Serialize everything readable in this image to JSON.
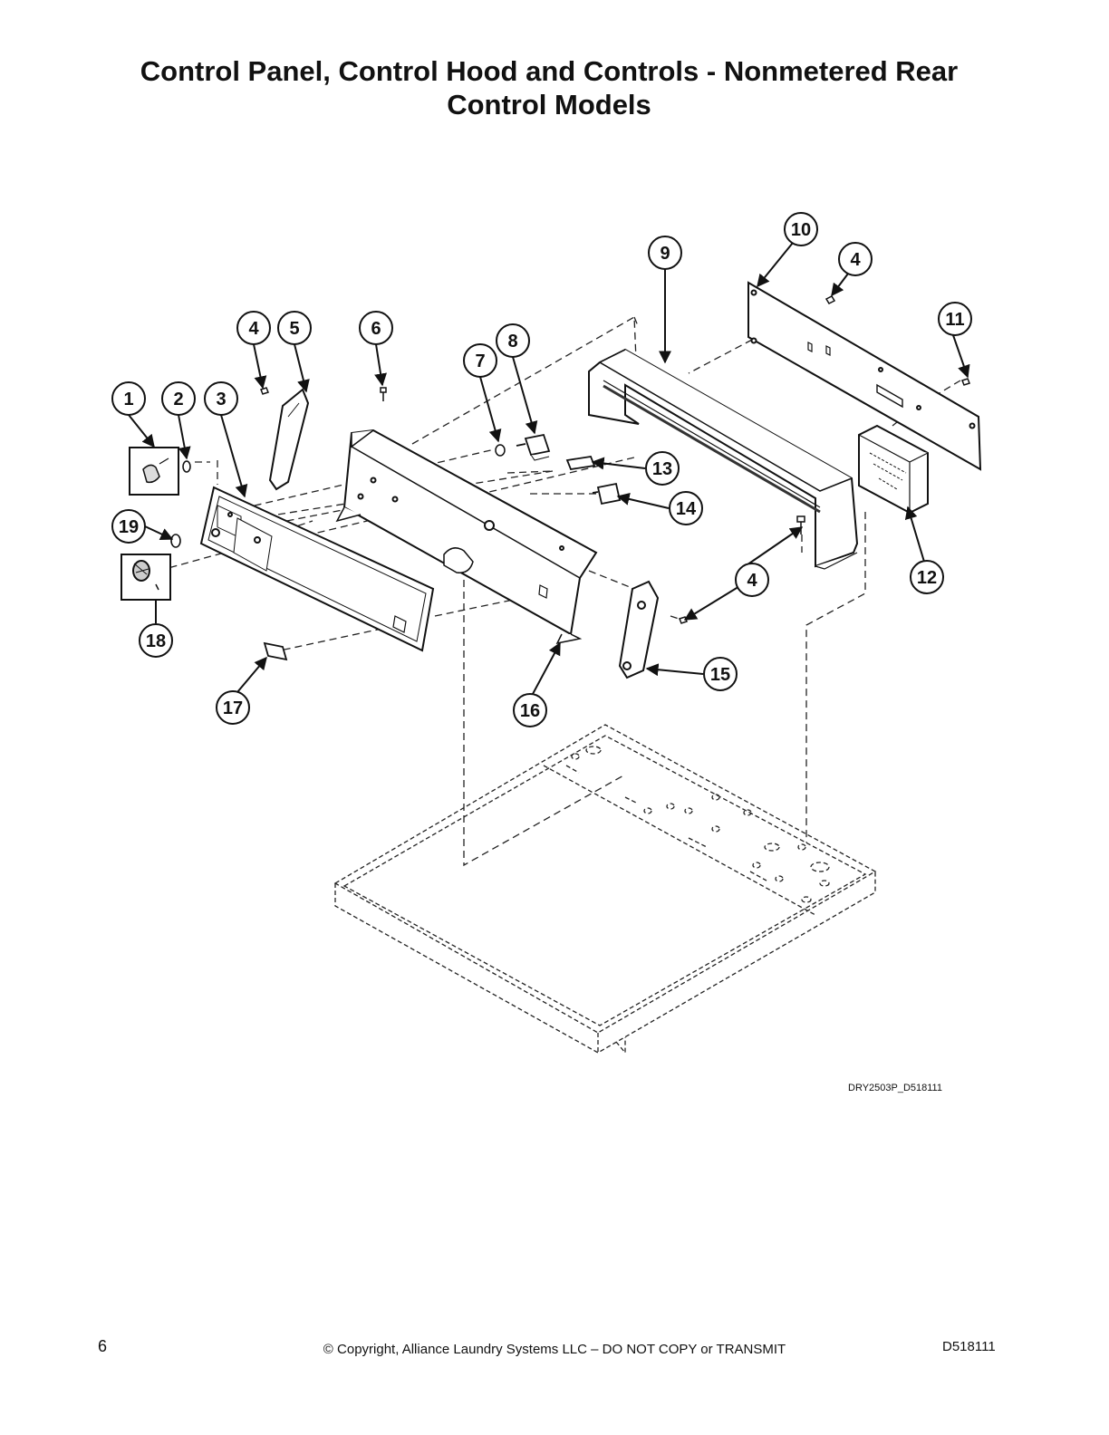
{
  "title": {
    "line1": "Control Panel, Control Hood and Controls - Nonmetered Rear",
    "line2": "Control Models"
  },
  "callouts": [
    "1",
    "2",
    "3",
    "4",
    "5",
    "6",
    "7",
    "8",
    "9",
    "10",
    "4",
    "11",
    "12",
    "13",
    "14",
    "4",
    "15",
    "16",
    "17",
    "18",
    "19"
  ],
  "drawing_code": "DRY2503P_D518111",
  "footer": {
    "page_number": "6",
    "copyright": "© Copyright, Alliance Laundry Systems LLC – DO NOT COPY or TRANSMIT",
    "doc_id": "D518111"
  }
}
